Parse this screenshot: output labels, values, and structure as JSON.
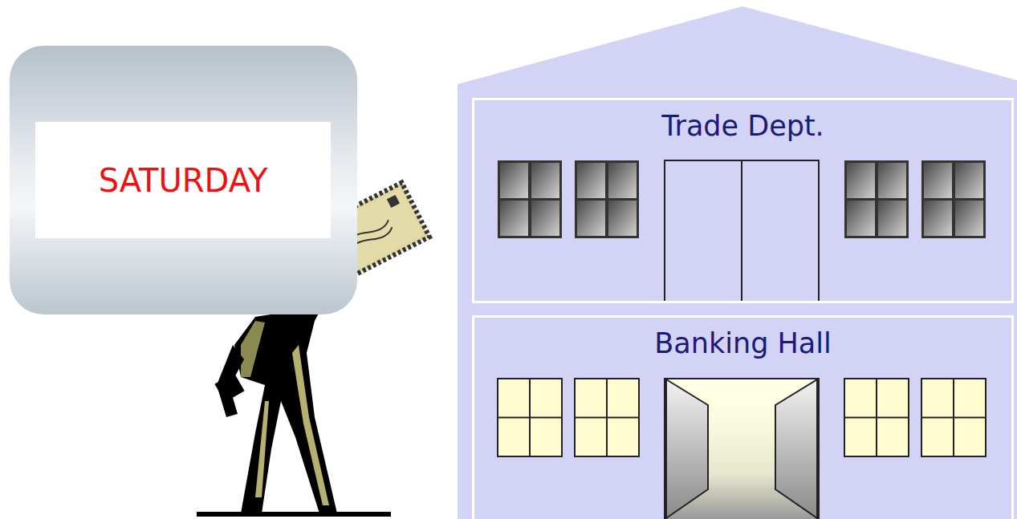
{
  "diagram": {
    "nodes": [
      {
        "text": [
          "SATURDAY"
        ]
      },
      {
        "text": [
          "Trade Dept."
        ]
      },
      {
        "text": [
          "Banking Hall"
        ]
      }
    ]
  }
}
